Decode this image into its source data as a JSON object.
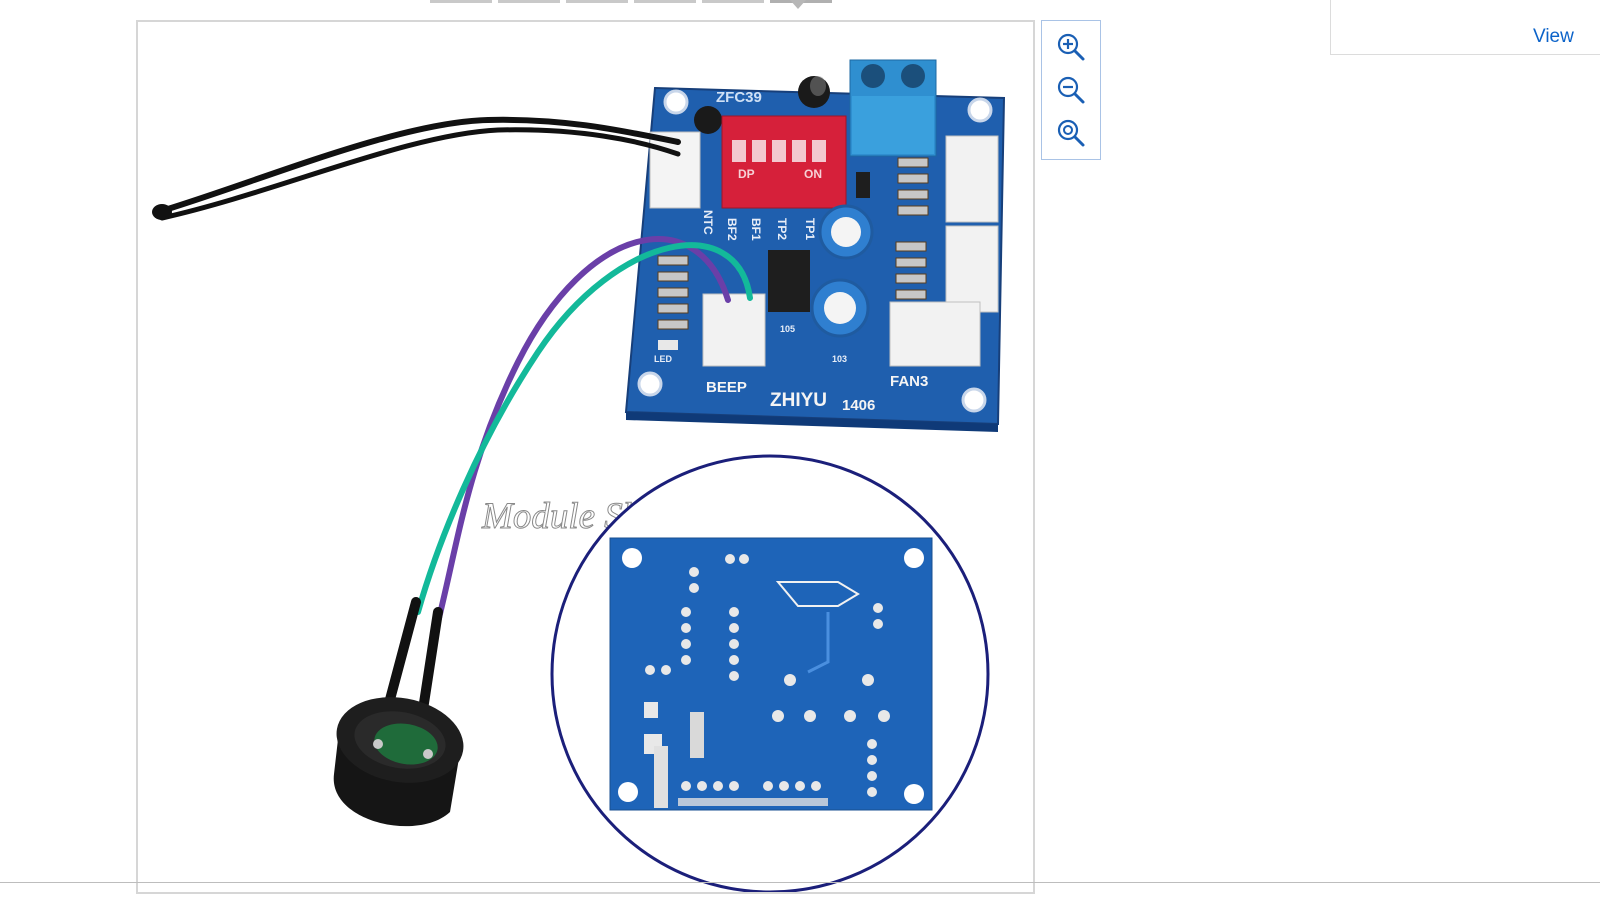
{
  "viewer": {
    "watermark": "Module Sky",
    "board_labels": {
      "model": "ZFC39",
      "brand": "ZHIYU",
      "code": "1406",
      "beep": "BEEP",
      "fan3": "FAN3",
      "ntc": "NTC",
      "on": "ON",
      "dp": "DP",
      "tp1": "TP1",
      "tp2": "TP2",
      "bf1": "BF1",
      "bf2": "BF2",
      "led": "LED",
      "pot": "103",
      "cap": "105"
    }
  },
  "zoom_tools": {
    "zoom_in": "zoom-in-icon",
    "zoom_out": "zoom-out-icon",
    "zoom_reset": "zoom-fit-icon"
  },
  "right_panel": {
    "link": "View"
  },
  "colors": {
    "pcb_blue": "#1f5fae",
    "link_blue": "#0c63c9",
    "border_blue": "#a9c3e6",
    "circle_navy": "#1b1f7a"
  }
}
